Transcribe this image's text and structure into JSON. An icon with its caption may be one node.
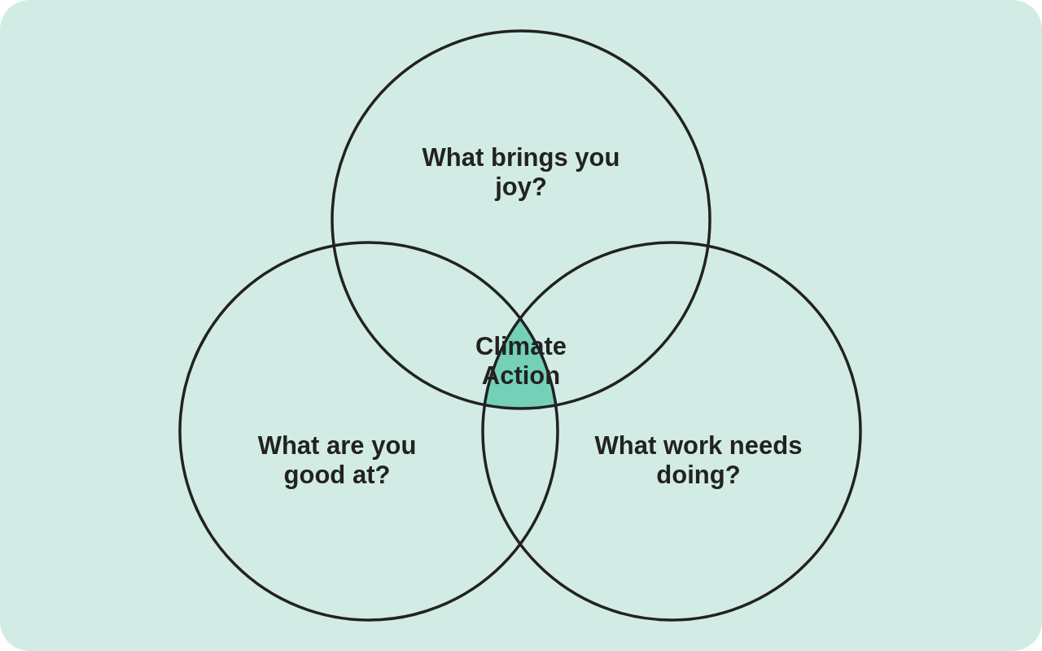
{
  "diagram": {
    "nodes": [
      {
        "text": [
          "What brings you joy?"
        ]
      },
      {
        "text": [
          "What are you good at?"
        ]
      },
      {
        "text": [
          "What work needs doing?"
        ]
      },
      {
        "text": [
          "Climate Action"
        ]
      }
    ]
  }
}
